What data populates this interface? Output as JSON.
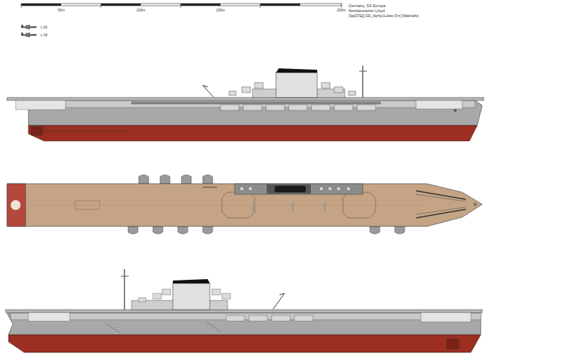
{
  "diagram": {
    "labels": [
      "50m",
      "100m",
      "150m",
      "200m",
      "Germany, SS Europa",
      "Norddeutscher Lloyd",
      "[Sa]STE[j] DD_Alpha [Lukas Orz] [Waimalfo]"
    ],
    "legend": [
      {
        "text": "x 20"
      },
      {
        "text": "x 18"
      }
    ]
  }
}
